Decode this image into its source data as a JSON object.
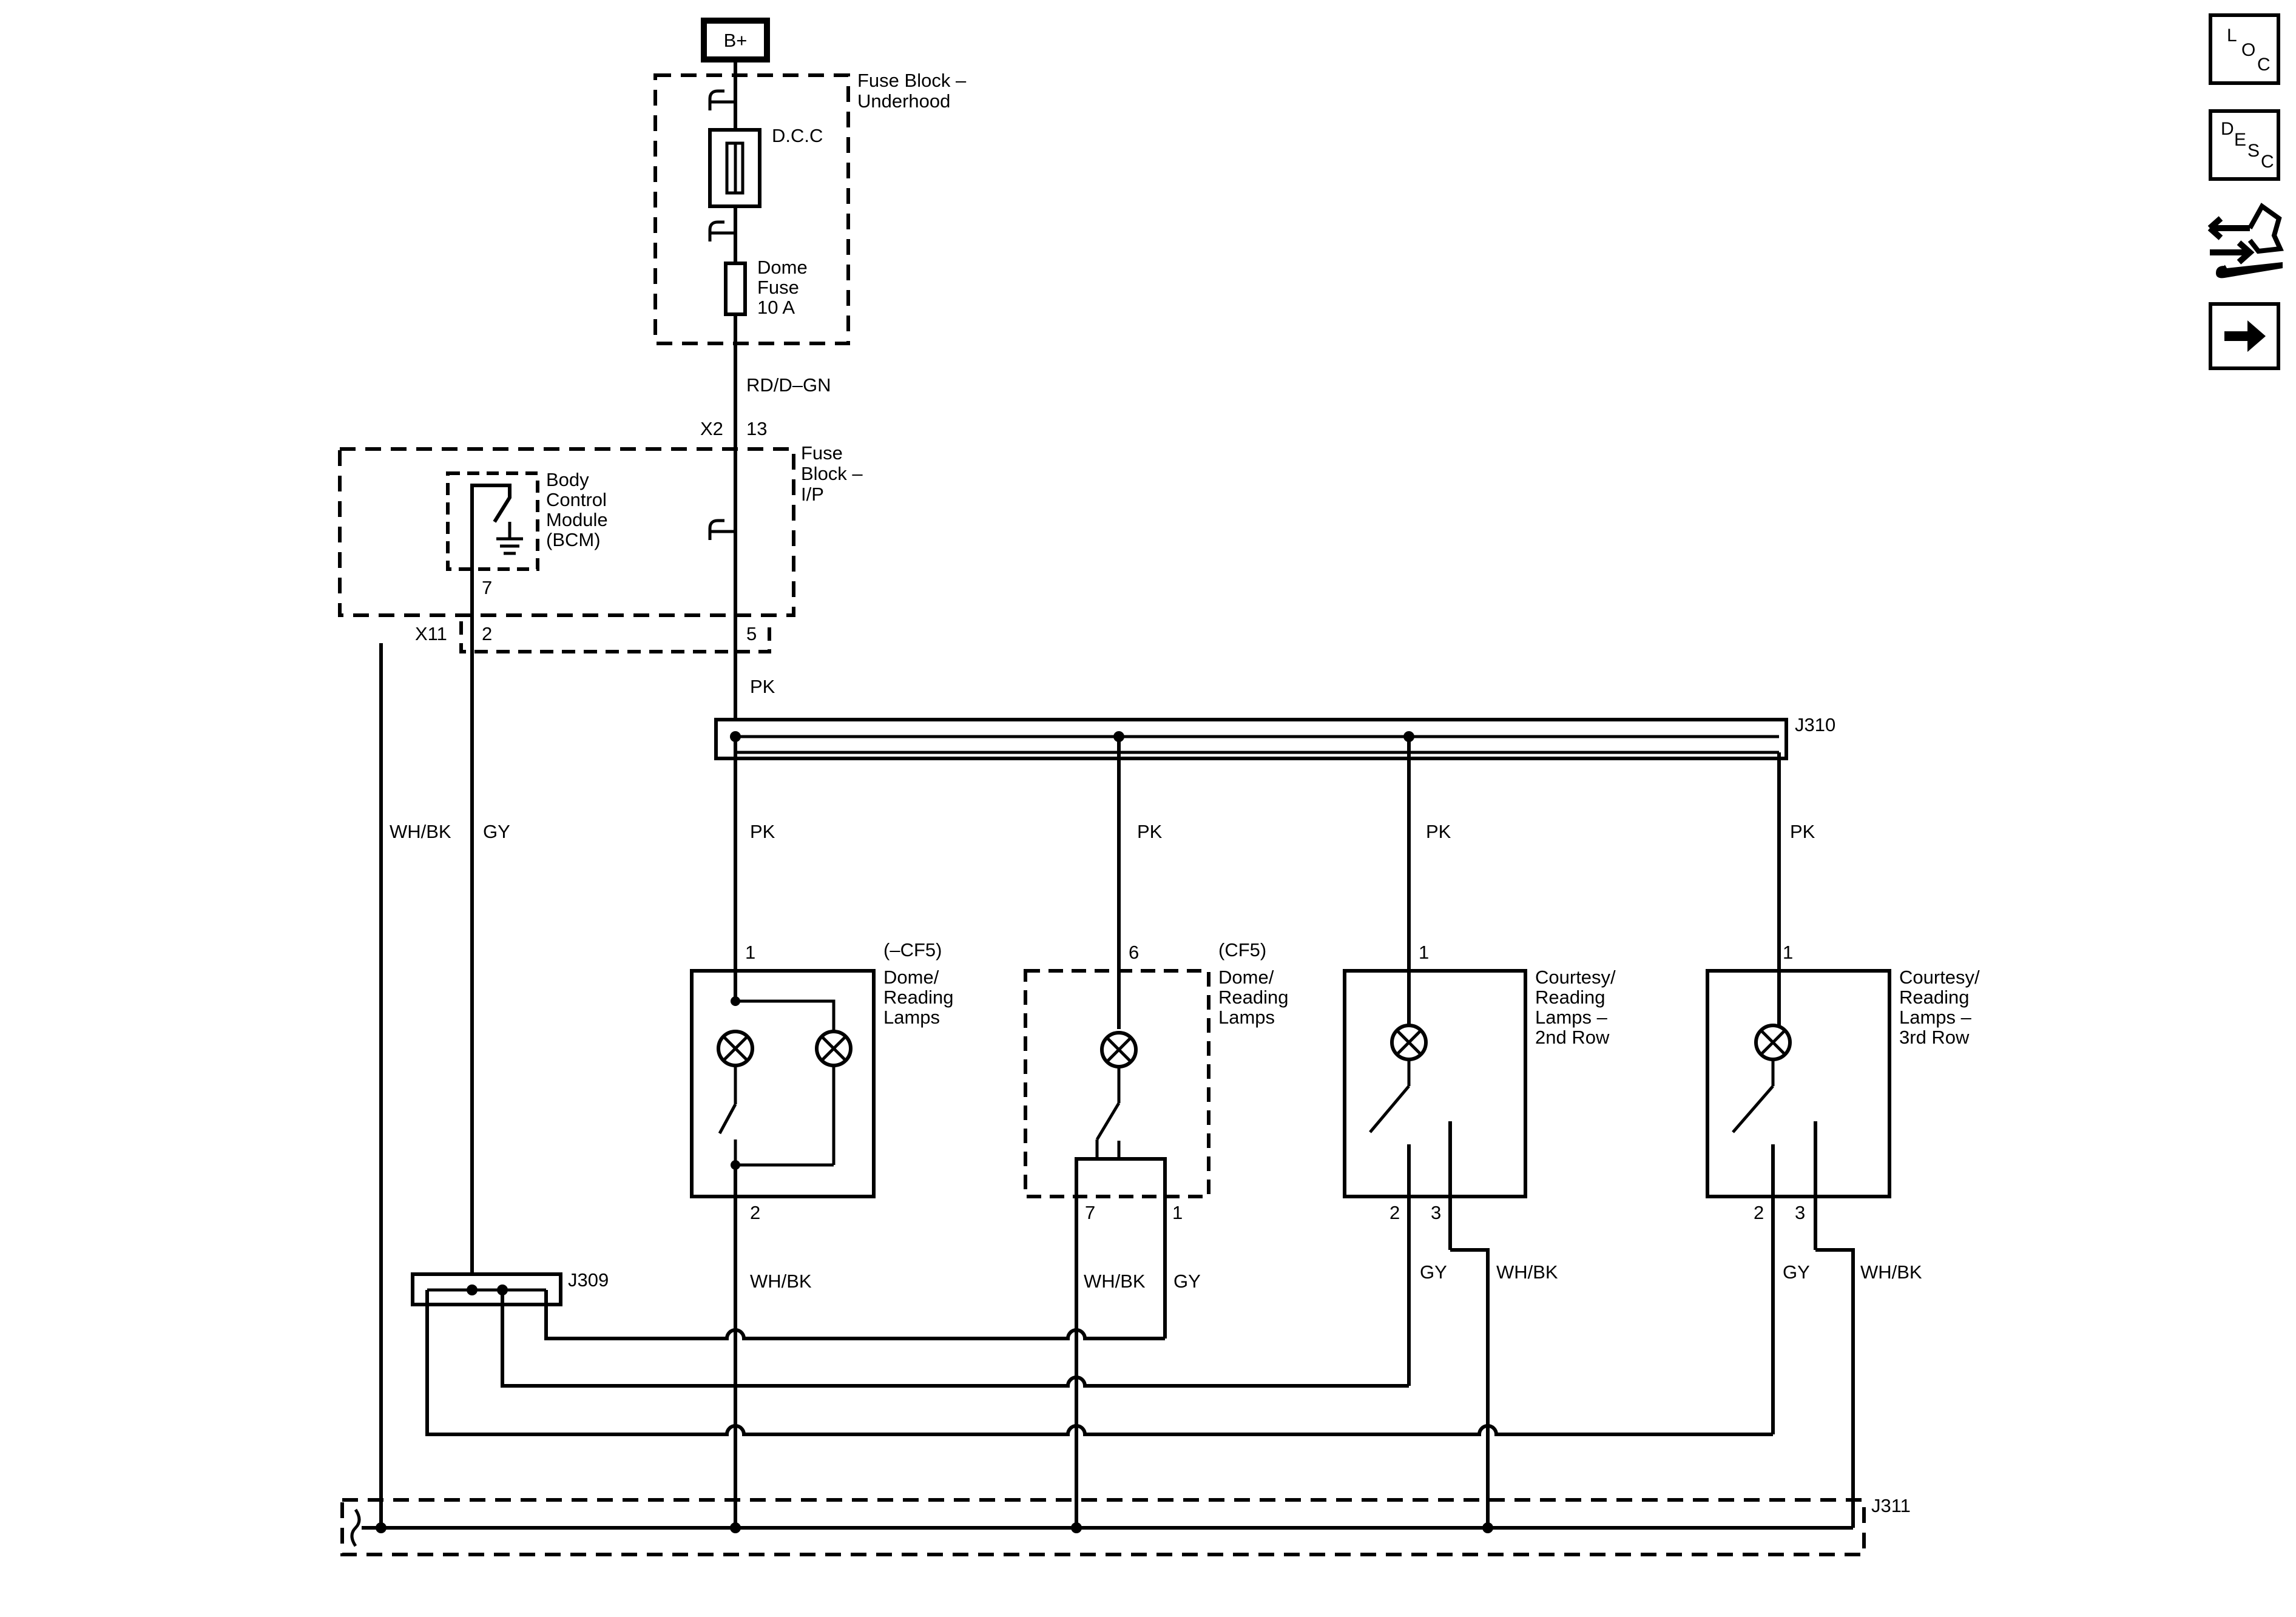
{
  "power": {
    "source": "B+"
  },
  "fuse_block_underhood": {
    "title_line1": "Fuse Block –",
    "title_line2": "Underhood",
    "dcc_label": "D.C.C",
    "dome_fuse_line1": "Dome",
    "dome_fuse_line2": "Fuse",
    "dome_fuse_line3": "10 A"
  },
  "wire_rd_dgn": "RD/D–GN",
  "connector_x2": "X2",
  "pin_13": "13",
  "fuse_block_ip": {
    "title_line1": "Fuse",
    "title_line2": "Block –",
    "title_line3": "I/P"
  },
  "bcm": {
    "line1": "Body",
    "line2": "Control",
    "line3": "Module",
    "line4": "(BCM)",
    "pin": "7"
  },
  "connector_x11": {
    "name": "X11",
    "pin_a": "2",
    "pin_b": "5"
  },
  "wires": {
    "pk": "PK",
    "wh_bk": "WH/BK",
    "gy": "GY"
  },
  "splices": {
    "j310": "J310",
    "j309": "J309",
    "j311": "J311"
  },
  "lamp_1": {
    "option": "(–CF5)",
    "line1": "Dome/",
    "line2": "Reading",
    "line3": "Lamps",
    "pin_top": "1",
    "pin_bottom": "2"
  },
  "lamp_2": {
    "option": "(CF5)",
    "line1": "Dome/",
    "line2": "Reading",
    "line3": "Lamps",
    "pin_top": "6",
    "pin_a": "7",
    "pin_b": "1"
  },
  "lamp_3": {
    "line1": "Courtesy/",
    "line2": "Reading",
    "line3": "Lamps –",
    "line4": "2nd Row",
    "pin_top": "1",
    "pin_a": "2",
    "pin_b": "3"
  },
  "lamp_4": {
    "line1": "Courtesy/",
    "line2": "Reading",
    "line3": "Lamps –",
    "line4": "3rd Row",
    "pin_top": "1",
    "pin_a": "2",
    "pin_b": "3"
  },
  "nav": {
    "loc": {
      "l": "L",
      "o": "O",
      "c": "C"
    },
    "desc": {
      "d": "D",
      "e": "E",
      "s": "S",
      "c": "C"
    },
    "icons": [
      "connector-icon",
      "next-arrow-icon"
    ]
  }
}
